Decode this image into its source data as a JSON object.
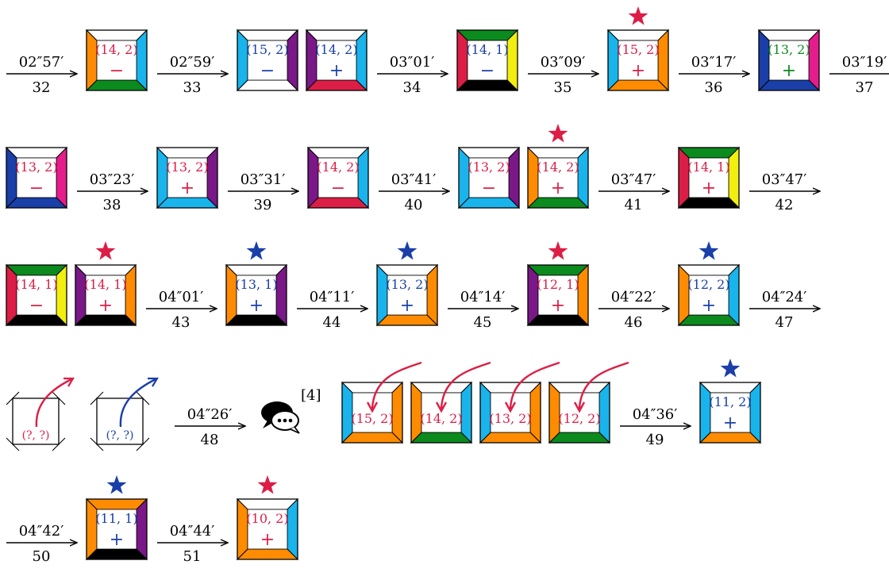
{
  "colors": {
    "red": "#dc1e46",
    "blue": "#1a3fa8",
    "green": "#0b8a1e",
    "orange": "#ff8c00",
    "cyan": "#19b4eb",
    "purple": "#7a1888",
    "yellow": "#f2ee10",
    "black": "#000000",
    "pink": "#e51d8c",
    "white": "#ffffff"
  },
  "rows": [
    {
      "items": [
        {
          "kind": "arrow",
          "time": "02″57′",
          "step": "32"
        },
        {
          "kind": "tile",
          "label": "(14, 2)",
          "label_color": "red",
          "sign": "−",
          "sign_color": "red",
          "top": "white",
          "right": "cyan",
          "bottom": "green",
          "left": "orange"
        },
        {
          "kind": "arrow",
          "time": "02″59′",
          "step": "33"
        },
        {
          "kind": "tile",
          "label": "(15, 2)",
          "label_color": "blue",
          "sign": "−",
          "sign_color": "blue",
          "top": "white",
          "right": "purple",
          "bottom": "white",
          "left": "cyan"
        },
        {
          "kind": "tile",
          "label": "(14, 2)",
          "label_color": "blue",
          "sign": "+",
          "sign_color": "blue",
          "top": "white",
          "right": "cyan",
          "bottom": "red",
          "left": "purple"
        },
        {
          "kind": "arrow",
          "time": "03″01′",
          "step": "34"
        },
        {
          "kind": "tile",
          "label": "(14, 1)",
          "label_color": "blue",
          "sign": "−",
          "sign_color": "blue",
          "top": "green",
          "right": "yellow",
          "bottom": "black",
          "left": "red"
        },
        {
          "kind": "arrow",
          "time": "03″09′",
          "step": "35"
        },
        {
          "kind": "tile",
          "label": "(15, 2)",
          "label_color": "red",
          "sign": "+",
          "sign_color": "red",
          "top": "white",
          "right": "orange",
          "bottom": "orange",
          "left": "cyan",
          "star": "red"
        },
        {
          "kind": "arrow",
          "time": "03″17′",
          "step": "36"
        },
        {
          "kind": "tile",
          "label": "(13, 2)",
          "label_color": "green",
          "sign": "+",
          "sign_color": "green",
          "top": "white",
          "right": "pink",
          "bottom": "blue",
          "left": "blue"
        },
        {
          "kind": "arrow",
          "time": "03″19′",
          "step": "37"
        }
      ]
    },
    {
      "items": [
        {
          "kind": "tile",
          "label": "(13, 2)",
          "label_color": "red",
          "sign": "−",
          "sign_color": "red",
          "top": "white",
          "right": "pink",
          "bottom": "blue",
          "left": "blue"
        },
        {
          "kind": "arrow",
          "time": "03″23′",
          "step": "38"
        },
        {
          "kind": "tile",
          "label": "(13, 2)",
          "label_color": "red",
          "sign": "+",
          "sign_color": "red",
          "top": "white",
          "right": "purple",
          "bottom": "cyan",
          "left": "cyan"
        },
        {
          "kind": "arrow",
          "time": "03″31′",
          "step": "39"
        },
        {
          "kind": "tile",
          "label": "(14, 2)",
          "label_color": "red",
          "sign": "−",
          "sign_color": "red",
          "top": "white",
          "right": "cyan",
          "bottom": "red",
          "left": "purple"
        },
        {
          "kind": "arrow",
          "time": "03″41′",
          "step": "40"
        },
        {
          "kind": "tile",
          "label": "(13, 2)",
          "label_color": "red",
          "sign": "−",
          "sign_color": "red",
          "top": "white",
          "right": "purple",
          "bottom": "cyan",
          "left": "cyan"
        },
        {
          "kind": "tile",
          "label": "(14, 2)",
          "label_color": "red",
          "sign": "+",
          "sign_color": "red",
          "top": "white",
          "right": "cyan",
          "bottom": "green",
          "left": "orange",
          "star": "red"
        },
        {
          "kind": "arrow",
          "time": "03″47′",
          "step": "41"
        },
        {
          "kind": "tile",
          "label": "(14, 1)",
          "label_color": "red",
          "sign": "+",
          "sign_color": "red",
          "top": "green",
          "right": "yellow",
          "bottom": "black",
          "left": "red"
        },
        {
          "kind": "arrow",
          "time": "03″47′",
          "step": "42"
        }
      ]
    },
    {
      "items": [
        {
          "kind": "tile",
          "label": "(14, 1)",
          "label_color": "red",
          "sign": "−",
          "sign_color": "red",
          "top": "green",
          "right": "yellow",
          "bottom": "black",
          "left": "red"
        },
        {
          "kind": "tile",
          "label": "(14, 1)",
          "label_color": "red",
          "sign": "+",
          "sign_color": "red",
          "top": "white",
          "right": "orange",
          "bottom": "black",
          "left": "purple",
          "star": "red"
        },
        {
          "kind": "arrow",
          "time": "04″01′",
          "step": "43"
        },
        {
          "kind": "tile",
          "label": "(13, 1)",
          "label_color": "blue",
          "sign": "+",
          "sign_color": "blue",
          "top": "white",
          "right": "purple",
          "bottom": "black",
          "left": "orange",
          "star": "blue"
        },
        {
          "kind": "arrow",
          "time": "04″11′",
          "step": "44"
        },
        {
          "kind": "tile",
          "label": "(13, 2)",
          "label_color": "blue",
          "sign": "+",
          "sign_color": "blue",
          "top": "white",
          "right": "orange",
          "bottom": "orange",
          "left": "cyan",
          "star": "blue"
        },
        {
          "kind": "arrow",
          "time": "04″14′",
          "step": "45"
        },
        {
          "kind": "tile",
          "label": "(12, 1)",
          "label_color": "red",
          "sign": "+",
          "sign_color": "red",
          "top": "green",
          "right": "orange",
          "bottom": "black",
          "left": "purple",
          "star": "red"
        },
        {
          "kind": "arrow",
          "time": "04″22′",
          "step": "46"
        },
        {
          "kind": "tile",
          "label": "(12, 2)",
          "label_color": "blue",
          "sign": "+",
          "sign_color": "blue",
          "top": "white",
          "right": "cyan",
          "bottom": "green",
          "left": "orange",
          "star": "blue"
        },
        {
          "kind": "arrow",
          "time": "04″24′",
          "step": "47"
        }
      ]
    },
    {
      "items": [
        {
          "kind": "cross",
          "label": "(?, ?)",
          "color": "red"
        },
        {
          "kind": "cross",
          "label": "(?, ?)",
          "color": "blue"
        },
        {
          "kind": "arrow",
          "time": "04″26′",
          "step": "48"
        },
        {
          "kind": "chat",
          "note": "[4]"
        },
        {
          "kind": "tile",
          "label": "(15, 2)",
          "label_color": "red",
          "top": "white",
          "right": "orange",
          "bottom": "orange",
          "left": "cyan",
          "curve": true
        },
        {
          "kind": "tile",
          "label": "(14, 2)",
          "label_color": "red",
          "top": "white",
          "right": "cyan",
          "bottom": "green",
          "left": "orange",
          "curve": true
        },
        {
          "kind": "tile",
          "label": "(13, 2)",
          "label_color": "red",
          "top": "white",
          "right": "orange",
          "bottom": "orange",
          "left": "cyan",
          "curve": true
        },
        {
          "kind": "tile",
          "label": "(12, 2)",
          "label_color": "red",
          "top": "white",
          "right": "cyan",
          "bottom": "green",
          "left": "orange",
          "curve": true
        },
        {
          "kind": "arrow",
          "time": "04″36′",
          "step": "49"
        },
        {
          "kind": "tile",
          "label": "(11, 2)",
          "label_color": "blue",
          "sign": "+",
          "sign_color": "blue",
          "top": "white",
          "right": "cyan",
          "bottom": "orange",
          "left": "cyan",
          "star": "blue"
        }
      ]
    },
    {
      "items": [
        {
          "kind": "arrow",
          "time": "04″42′",
          "step": "50"
        },
        {
          "kind": "tile",
          "label": "(11, 1)",
          "label_color": "blue",
          "sign": "+",
          "sign_color": "blue",
          "top": "orange",
          "right": "purple",
          "bottom": "black",
          "left": "orange",
          "star": "blue"
        },
        {
          "kind": "arrow",
          "time": "04″44′",
          "step": "51"
        },
        {
          "kind": "tile",
          "label": "(10, 2)",
          "label_color": "red",
          "sign": "+",
          "sign_color": "red",
          "top": "white",
          "right": "cyan",
          "bottom": "orange",
          "left": "orange",
          "star": "red"
        }
      ]
    }
  ]
}
